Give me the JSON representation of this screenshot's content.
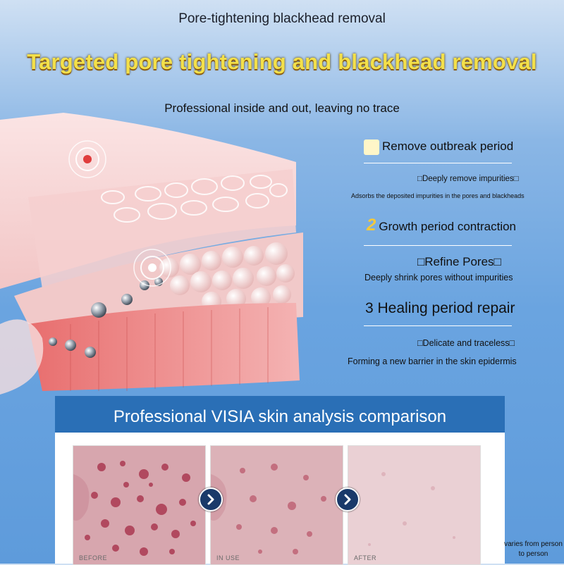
{
  "header": {
    "subtitle": "Pore-tightening blackhead removal",
    "headline": "Targeted pore tightening and blackhead removal",
    "tagline": "Professional inside and out, leaving no trace"
  },
  "steps": [
    {
      "title": "Remove outbreak period",
      "heading": "□Deeply remove impurities□",
      "detail": "Adsorbs the deposited impurities in the pores and blackheads"
    },
    {
      "number": "2",
      "title": "Growth period contraction",
      "heading": "□Refine Pores□",
      "detail": "Deeply shrink pores without impurities"
    },
    {
      "title": "3 Healing period repair",
      "heading": "□Delicate and traceless□",
      "detail": "Forming a new barrier in the skin epidermis"
    }
  ],
  "comparison": {
    "title": "Professional VISIA skin analysis comparison",
    "labels": [
      "BEFORE",
      "IN USE",
      "AFTER"
    ]
  },
  "disclaimer": "varies from person to person",
  "colors": {
    "headline": "#f3e04a",
    "panel_header": "#2a6fb6",
    "background": "#6aa4e0",
    "arrow": "#1a3a6a"
  },
  "icons": [
    "target-icon",
    "arrow-right-icon"
  ]
}
